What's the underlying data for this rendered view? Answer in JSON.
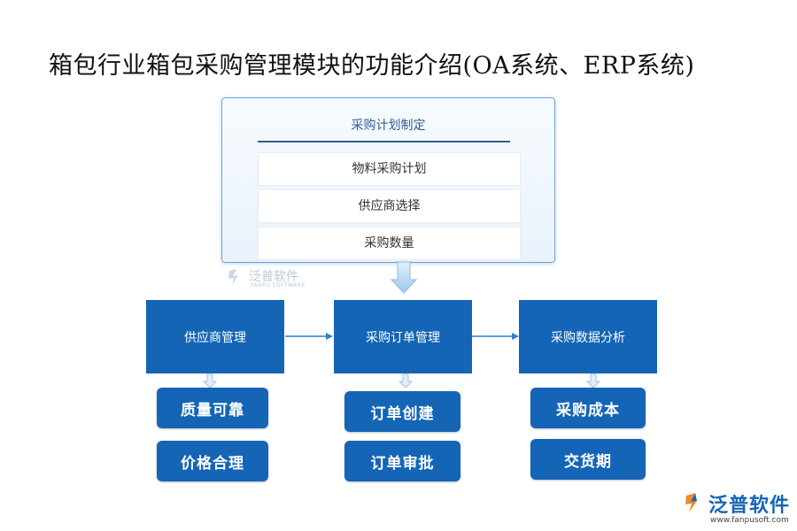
{
  "title": "箱包行业箱包采购管理模块的功能介绍(OA系统、ERP系统)",
  "plan": {
    "title": "采购计划制定",
    "items": [
      "物料采购计划",
      "供应商选择",
      "采购数量"
    ]
  },
  "watermark": {
    "text": "泛普软件",
    "sub": "FANPU SOFTWARE"
  },
  "modules": [
    {
      "label": "供应商管理",
      "subs": [
        "质量可靠",
        "价格合理"
      ]
    },
    {
      "label": "采购订单管理",
      "subs": [
        "订单创建",
        "订单审批"
      ]
    },
    {
      "label": "采购数据分析",
      "subs": [
        "采购成本",
        "交货期"
      ]
    }
  ],
  "logo": {
    "text": "泛普软件",
    "url": "www.fanpusoft.com"
  },
  "colors": {
    "primary": "#1565b6",
    "panel_border": "#6fa6d6",
    "arrow": "#a9cdef",
    "title_rule": "#2f5d93"
  }
}
